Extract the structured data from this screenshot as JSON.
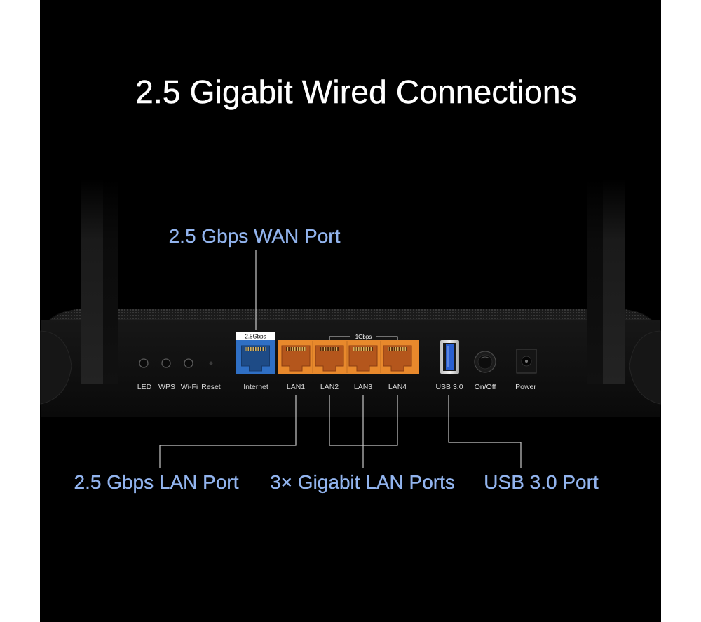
{
  "title": "2.5 Gigabit Wired Connections",
  "callouts": {
    "wan": "2.5 Gbps WAN Port",
    "lan_2_5g": "2.5 Gbps LAN Port",
    "lan_gigabit": "3× Gigabit LAN Ports",
    "usb": "USB 3.0 Port"
  },
  "panel": {
    "internet_speed_tag": "2.5Gbps",
    "lan_speed_tag": "1Gbps",
    "labels": {
      "led": "LED",
      "wps": "WPS",
      "wifi": "Wi-Fi",
      "reset": "Reset",
      "internet": "Internet",
      "lan1": "LAN1",
      "lan2": "LAN2",
      "lan3": "LAN3",
      "lan4": "LAN4",
      "usb": "USB 3.0",
      "onoff": "On/Off",
      "power": "Power"
    }
  },
  "colors": {
    "bg": "#000000",
    "title": "#ffffff",
    "callout": "#92b4ee",
    "internet": "#2f6fc4",
    "lan": "#e8892c",
    "leader": "#c8c8c8",
    "small": "#dcdcdc"
  }
}
